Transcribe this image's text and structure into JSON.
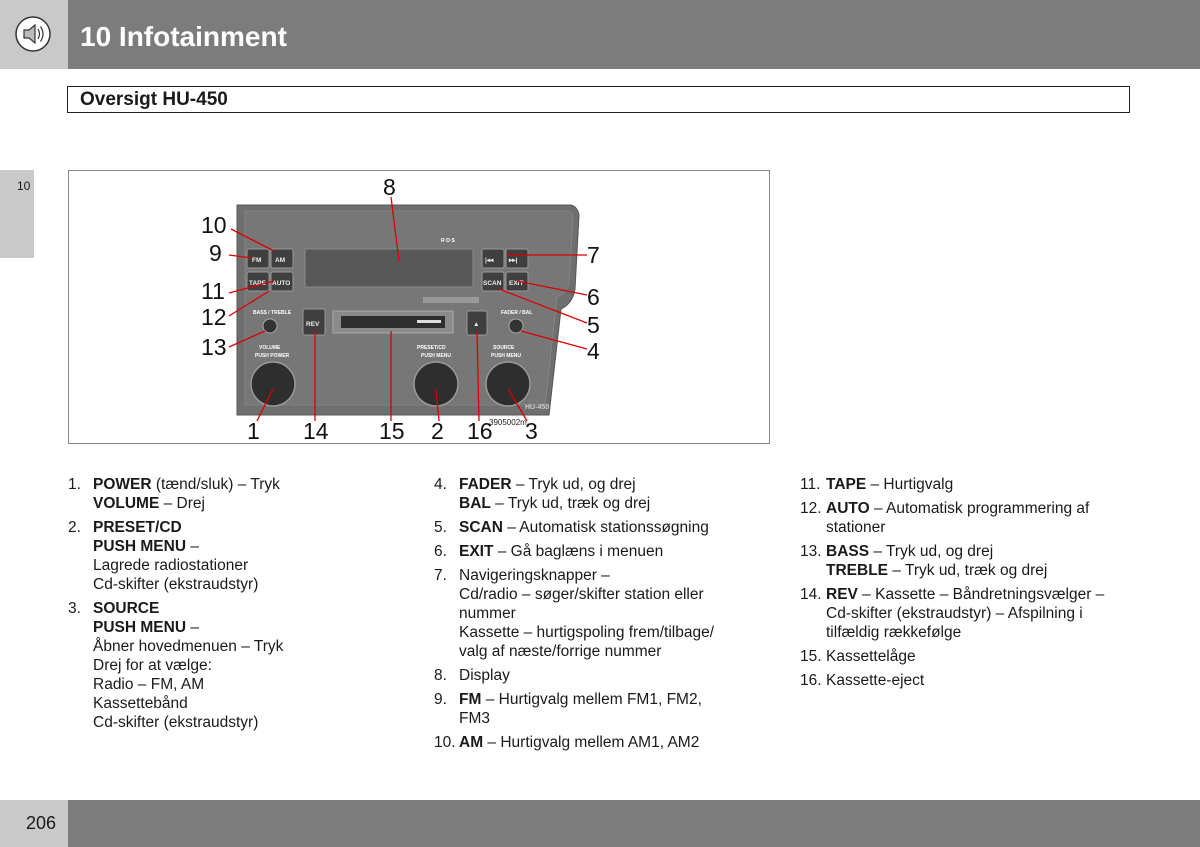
{
  "header": {
    "chapter_title": "10 Infotainment",
    "icon": "speaker-icon"
  },
  "section": {
    "title": "Oversigt HU-450"
  },
  "side_tab": {
    "label": "10"
  },
  "figure": {
    "callouts": [
      "1",
      "2",
      "3",
      "4",
      "5",
      "6",
      "7",
      "8",
      "9",
      "10",
      "11",
      "12",
      "13",
      "14",
      "15",
      "16"
    ],
    "buttons": {
      "fm": "FM",
      "am": "AM",
      "tape": "TAPE",
      "auto": "AUTO",
      "scan": "SCAN",
      "exit": "EXIT",
      "rev": "REV",
      "prev": "|◂◂",
      "next": "▸▸|",
      "eject": "▲"
    },
    "labels": {
      "bass_treble": "BASS / TREBLE",
      "fader_bal": "FADER / BAL",
      "volume": "VOLUME",
      "push_power": "PUSH POWER",
      "preset_cd": "PRESET/CD",
      "push_menu_1": "PUSH MENU",
      "source": "SOURCE",
      "push_menu_2": "PUSH MENU",
      "model": "HU-450",
      "rds": "R·D·S",
      "image_code": "3905002m"
    }
  },
  "legend": {
    "col1": [
      {
        "num": "1.",
        "lines": [
          {
            "b": "POWER",
            "t": " (tænd/sluk) – Tryk"
          },
          {
            "b": "VOLUME",
            "t": " – Drej"
          }
        ]
      },
      {
        "num": "2.",
        "lines": [
          {
            "b": "PRESET/CD",
            "t": ""
          },
          {
            "b": "PUSH MENU",
            "t": " –"
          },
          {
            "b": "",
            "t": "Lagrede radiostationer"
          },
          {
            "b": "",
            "t": "Cd-skifter (ekstraudstyr)"
          }
        ]
      },
      {
        "num": "3.",
        "lines": [
          {
            "b": "SOURCE",
            "t": ""
          },
          {
            "b": "PUSH MENU",
            "t": " –"
          },
          {
            "b": "",
            "t": "Åbner hovedmenuen – Tryk"
          },
          {
            "b": "",
            "t": "Drej for at vælge:"
          },
          {
            "b": "",
            "t": "Radio – FM, AM"
          },
          {
            "b": "",
            "t": "Kassettebånd"
          },
          {
            "b": "",
            "t": "Cd-skifter (ekstraudstyr)"
          }
        ]
      }
    ],
    "col2": [
      {
        "num": "4.",
        "lines": [
          {
            "b": "FADER",
            "t": " – Tryk ud, og drej"
          },
          {
            "b": "BAL",
            "t": " – Tryk ud, træk og drej"
          }
        ]
      },
      {
        "num": "5.",
        "lines": [
          {
            "b": "SCAN",
            "t": " – Automatisk stationssøgning"
          }
        ]
      },
      {
        "num": "6.",
        "lines": [
          {
            "b": "EXIT",
            "t": " – Gå baglæns i menuen"
          }
        ]
      },
      {
        "num": "7.",
        "lines": [
          {
            "b": "",
            "t": "Navigeringsknapper –"
          },
          {
            "b": "",
            "t": "Cd/radio – søger/skifter station eller"
          },
          {
            "b": "",
            "t": "nummer"
          },
          {
            "b": "",
            "t": "Kassette – hurtigspoling frem/tilbage/"
          },
          {
            "b": "",
            "t": "valg af næste/forrige nummer"
          }
        ]
      },
      {
        "num": "8.",
        "lines": [
          {
            "b": "",
            "t": "Display"
          }
        ]
      },
      {
        "num": "9.",
        "lines": [
          {
            "b": "FM",
            "t": " – Hurtigvalg mellem FM1, FM2,"
          },
          {
            "b": "",
            "t": "FM3"
          }
        ]
      },
      {
        "num": "10.",
        "lines": [
          {
            "b": "AM",
            "t": " – Hurtigvalg mellem AM1, AM2"
          }
        ]
      }
    ],
    "col3": [
      {
        "num": "11.",
        "lines": [
          {
            "b": "TAPE",
            "t": " – Hurtigvalg"
          }
        ]
      },
      {
        "num": "12.",
        "lines": [
          {
            "b": "AUTO",
            "t": " – Automatisk programmering af"
          },
          {
            "b": "",
            "t": "stationer"
          }
        ]
      },
      {
        "num": "13.",
        "lines": [
          {
            "b": "BASS",
            "t": " – Tryk ud, og drej"
          },
          {
            "b": "TREBLE",
            "t": " – Tryk ud, træk og drej"
          }
        ]
      },
      {
        "num": "14.",
        "lines": [
          {
            "b": "REV",
            "t": " – Kassette – Båndretningsvælger –"
          },
          {
            "b": "",
            "t": "Cd-skifter (ekstraudstyr) – Afspilning i"
          },
          {
            "b": "",
            "t": "tilfældig rækkefølge"
          }
        ]
      },
      {
        "num": "15.",
        "lines": [
          {
            "b": "",
            "t": "Kassettelåge"
          }
        ]
      },
      {
        "num": "16.",
        "lines": [
          {
            "b": "",
            "t": "Kassette-eject"
          }
        ]
      }
    ]
  },
  "footer": {
    "page_number": "206"
  },
  "colors": {
    "header_bar": "#7c7c7c",
    "tab_gray": "#c9c9c9",
    "panel": "#6e6e6e"
  }
}
